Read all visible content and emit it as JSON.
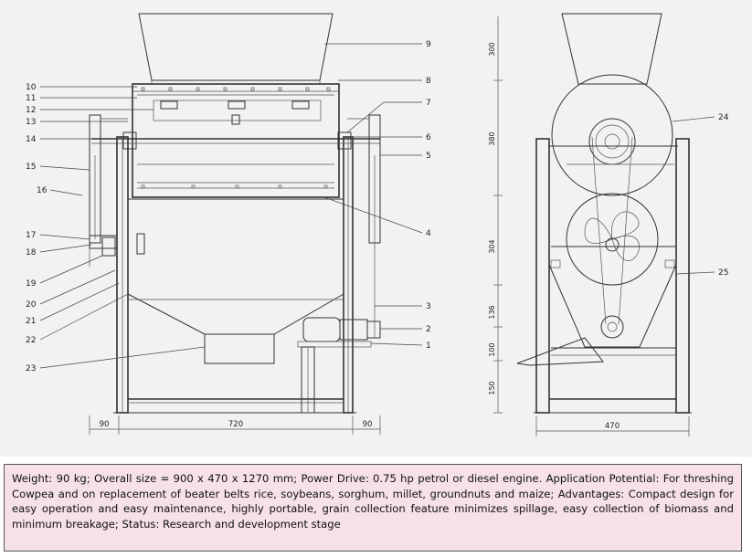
{
  "callouts_front": [
    "9",
    "8",
    "7",
    "6",
    "5",
    "4",
    "3",
    "2",
    "1",
    "10",
    "11",
    "12",
    "13",
    "14",
    "15",
    "16",
    "17",
    "18",
    "19",
    "20",
    "21",
    "22",
    "23"
  ],
  "callouts_side": [
    "24",
    "25"
  ],
  "dimensions_front": [
    "90",
    "720",
    "90"
  ],
  "dimensions_side_width": "470",
  "dimensions_side_vertical": [
    "300",
    "380",
    "304",
    "136",
    "100",
    "150"
  ],
  "caption": "Weight: 90 kg; Overall size = 900 x 470 x 1270 mm; Power Drive: 0.75 hp petrol or diesel engine. Application Potential: For threshing Cowpea and on replacement of beater belts rice, soybeans, sorghum, millet, groundnuts and maize; Advantages: Compact design for easy operation and easy maintenance, highly portable, grain collection feature minimizes spillage, easy collection of biomass and minimum breakage; Status: Research and development stage"
}
